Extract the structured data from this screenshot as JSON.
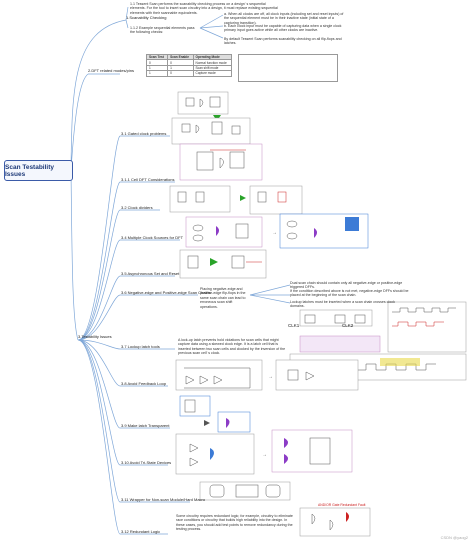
{
  "root": {
    "title": "Scan Testability Issues"
  },
  "branches": {
    "b1": {
      "label": "1.Scanability Checking"
    },
    "b2": {
      "label": "2.DFT related modes/pins"
    },
    "b3": {
      "label": "3.Testability Issues"
    }
  },
  "b1_notes": {
    "n1": "1.1 Tessent Scan performs the scanability checking process on a design' s sequential elements. For the tool to insert scan circuitry into a design, it must replace existing sequential elements with their scannable equivalents.",
    "n2": "1.1.2 Example sequential elements pass the following checks:",
    "n2a": "a. When all clocks are off, all clock inputs (including set and reset inputs) of the sequential element must be in their inactive state (initial state of a capturing transition).",
    "n2b": "b. Each clock input must be capable of capturing data when a single clock primary input goes active while all other clocks are inactive.",
    "n3": "By default Tessent Scan performs scanability checking on all flip-flops and latches."
  },
  "mode_table": {
    "headers": [
      "Scan Test",
      "Scan Enable",
      "Operating Mode"
    ],
    "rows": [
      [
        "0",
        "0",
        "Normal function mode"
      ],
      [
        "1",
        "1",
        "Scan shift mode"
      ],
      [
        "1",
        "0",
        "Capture mode"
      ]
    ]
  },
  "b3_items": {
    "i1": "3.1 Gated clock problems",
    "i2": "3.1.1 Cell DFT Considerations",
    "i3": "3.2 Clock dividers",
    "i4": "3.4 Multiple Clock Sources for DFT",
    "i5": "3.5 Asynchronous Set and Reset",
    "i6": "3.6 Negative-edge and Positive-edge Scan Chains",
    "i7": "3.7 Lockup latch tools",
    "i8": "3.8 Avoid Feedback Loop",
    "i9": "3.9 Make latch Transparent",
    "i10": "3.10 Avoid Tri-State Devices",
    "i11": "3.11 Wrapper for Non-scan Module/Hard Macro",
    "i12": "3.12 Redundant Logic"
  },
  "neg_edge_notes": {
    "main": "Placing negative-edge and positive-edge flip-flops in the same scan chain can lead to erroneous scan shift operations.",
    "s1": "Dual scan chain should contain only all negative-edge or positive-edge triggered DFFs.",
    "s2": "If the condition described above is not met, negative-edge DFFs should be placed at the beginning of the scan chain.",
    "s3": "Lockup latches must be inserted when a scan chain crosses clock domains."
  },
  "lockup_note": "A lock-up latch prevents hold violations for scan cells that might capture data using a skewed clock edge. It is a latch cell that is inserted between two scan cells and clocked by the inversion of the previous scan cell' s clock.",
  "redundant_note": "Some circuitry requires redundant logic; for example, circuitry to eliminate race conditions or circuitry that builds high reliability into the design. In these cases, you should add test points to remove redundancy during the testing process.",
  "diagram_labels": {
    "clk1": "CLK1",
    "clk2": "CLK2",
    "tbl_title": "AND/OR Gate Redundant Fault"
  },
  "watermark": "CSDN @yaog2",
  "colors": {
    "edge": "#7fa7d8",
    "root_border": "#3b5ba8",
    "thumb_pink": "#c58bc3",
    "thumb_blue": "#3c7bd6",
    "highlight_red": "#cc2222",
    "highlight_green": "#29a329",
    "highlight_purple": "#8c3cc6",
    "highlight_yellow": "#e8d84a"
  }
}
